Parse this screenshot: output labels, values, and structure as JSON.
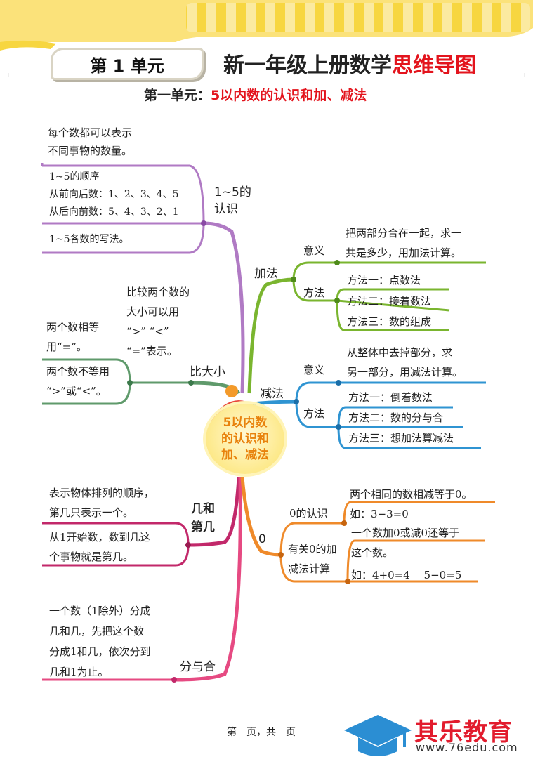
{
  "header": {
    "unit_tag": "第 1 单元",
    "title_black": "新一年级上册数学",
    "title_red": "思维导图"
  },
  "subtitle": {
    "prefix": "第一单元：",
    "topic": "5以内数的认识和加、减法"
  },
  "center": {
    "line1": "5以内数",
    "line2": "的认识和",
    "line3": "加、减法"
  },
  "branches": {
    "recognize": {
      "label_line1": "1~5的",
      "label_line2": "认识",
      "color": "#b07ac4",
      "items": [
        {
          "lines": [
            "每个数都可以表示",
            "不同事物的数量。"
          ]
        },
        {
          "lines": [
            "1~5的顺序",
            "从前向后数：1、2、3、4、5",
            "从后向前数：5、4、3、2、1"
          ]
        },
        {
          "lines": [
            "1~5各数的写法。"
          ]
        }
      ]
    },
    "compare": {
      "label": "比大小",
      "color": "#5f9a6b",
      "items": [
        {
          "lines": [
            "比较两个数的",
            "大小可以用",
            "“>” “<”",
            "“=”表示。"
          ]
        },
        {
          "lines": [
            "两个数相等",
            "用“=”。"
          ]
        },
        {
          "lines": [
            "两个数不等用",
            "“>”或“<”。"
          ]
        }
      ]
    },
    "ordinal": {
      "label_line1": "几和",
      "label_line2": "第几",
      "color": "#c2286a",
      "items": [
        {
          "lines": [
            "表示物体排列的顺序，",
            "第几只表示一个。"
          ]
        },
        {
          "lines": [
            "从1开始数，数到几这",
            "个事物就是第几。"
          ]
        }
      ]
    },
    "compose": {
      "label": "分与合",
      "color": "#e64a82",
      "items": [
        {
          "lines": [
            "一个数（1除外）分成",
            "几和几，先把这个数",
            "分成1和几，依次分到",
            "几和1为止。"
          ]
        }
      ]
    },
    "addition": {
      "label": "加法",
      "color": "#7ab52f",
      "meaning_label": "意义",
      "meaning_lines": [
        "把两部分合在一起，求一",
        "共是多少，用加法计算。"
      ],
      "method_label": "方法",
      "methods": [
        "方法一：点数法",
        "方法二：接着数法",
        "方法三：数的组成"
      ]
    },
    "subtraction": {
      "label": "减法",
      "color": "#2f94d2",
      "meaning_label": "意义",
      "meaning_lines": [
        "从整体中去掉部分，求",
        "另一部分，用减法计算。"
      ],
      "method_label": "方法",
      "methods": [
        "方法一：倒着数法",
        "方法二：数的分与合",
        "方法三：想加法算减法"
      ]
    },
    "zero": {
      "label": "0",
      "color": "#ef8a2a",
      "recognize_label": "0的认识",
      "calc_label_line1": "有关0的加",
      "calc_label_line2": "减法计算",
      "recognize_lines": [
        "两个相同的数相减等于0。",
        "如：3−3=0"
      ],
      "calc_lines": [
        "一个数加0或减0还等于",
        "这个数。",
        "如：4+0=4　 5−0=5"
      ]
    }
  },
  "footer": {
    "page_text": "第　页，共　页"
  },
  "brand": {
    "name": "其乐教育",
    "url": "www.76edu.com"
  }
}
